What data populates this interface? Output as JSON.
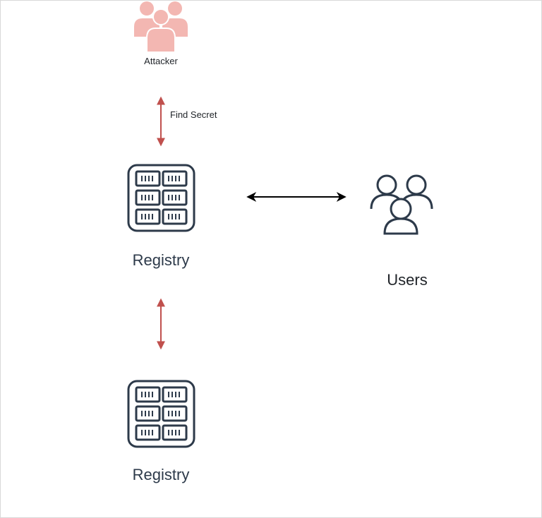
{
  "nodes": {
    "attacker": {
      "label": "Attacker",
      "icon": "users-group-icon",
      "color": "#f3b7b2"
    },
    "registry_top": {
      "label": "Registry",
      "icon": "server-rack-icon"
    },
    "registry_bottom": {
      "label": "Registry",
      "icon": "server-rack-icon"
    },
    "users": {
      "label": "Users",
      "icon": "users-icon"
    }
  },
  "edges": [
    {
      "from": "attacker",
      "to": "registry_top",
      "label": "Find Secret",
      "direction": "bidirectional",
      "color": "#c0504d"
    },
    {
      "from": "registry_top",
      "to": "users",
      "label": "",
      "direction": "bidirectional",
      "color": "#000000"
    },
    {
      "from": "registry_top",
      "to": "registry_bottom",
      "label": "",
      "direction": "bidirectional",
      "color": "#c0504d"
    }
  ],
  "colors": {
    "icon_stroke": "#2d3a4a",
    "attacker_fill": "#f3b7b2",
    "attack_arrow": "#c0504d"
  }
}
